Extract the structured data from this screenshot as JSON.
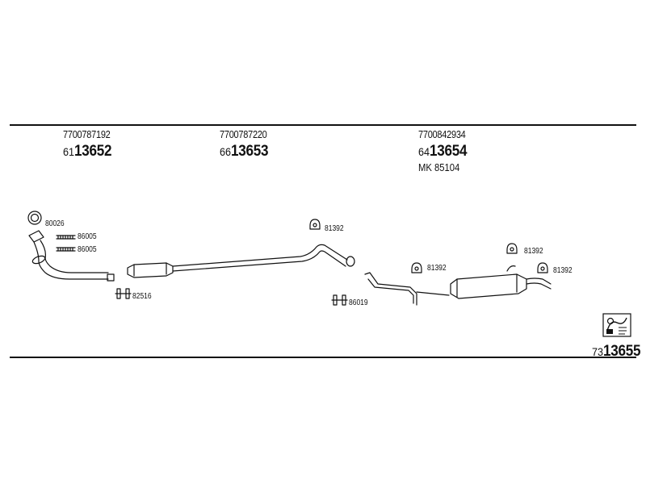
{
  "assemblies": [
    {
      "part_number": "7700787192",
      "code_prefix": "61",
      "code_main": "13652"
    },
    {
      "part_number": "7700787220",
      "code_prefix": "66",
      "code_main": "13653"
    },
    {
      "part_number": "7700842934",
      "code_prefix": "64",
      "code_main": "13654",
      "mk": "MK  85104"
    }
  ],
  "parts": {
    "ring": "80026",
    "gasket_1": "86005",
    "gasket_2": "86005",
    "clamp_front": "82516",
    "clamp_rear": "86019",
    "hanger_mid": "81392",
    "hanger_rear_1": "81392",
    "hanger_rear_2": "81392",
    "hanger_rear_3": "81392"
  },
  "catalog": {
    "code_prefix": "73",
    "code_main": "13655"
  }
}
